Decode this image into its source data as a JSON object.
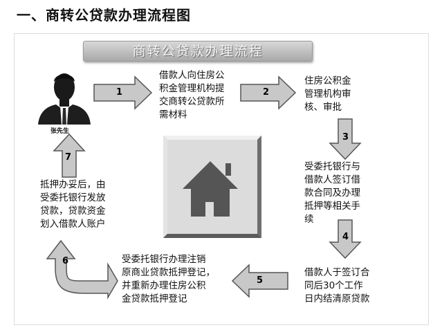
{
  "heading": "一、商转公贷款办理流程图",
  "banner": "商转公贷款办理流程",
  "person_caption": "张先生",
  "steps": {
    "s1": {
      "num": "1",
      "text": "借款人向住房公\n积金管理机构提\n交商转公贷款所\n需材料"
    },
    "s2": {
      "num": "2",
      "text": "住房公积金\n管理机构审\n核、审批"
    },
    "s3": {
      "num": "3",
      "text": "受委托银行与\n借款人签订借\n款合同及办理\n抵押等相关手\n续"
    },
    "s4": {
      "num": "4",
      "text": "借款人于签订合\n同后30个工作\n日内结清原贷款"
    },
    "s5": {
      "num": "5",
      "text": "受委托银行办理注销\n原商业贷款抵押登记，\n并重新办理住房公积\n金贷款抵押登记"
    },
    "s6": {
      "num": "6"
    },
    "s7": {
      "num": "7",
      "text": "抵押办妥后，由\n受委托银行发放\n贷款，贷款资金\n划入借款人账户"
    }
  },
  "icons": {
    "person": "person-silhouette-icon",
    "house": "house-icon"
  },
  "colors": {
    "arrow_fill": "#c8c8c8",
    "arrow_stroke": "#555555",
    "house_bg": "#dcdcdc",
    "house_color": "#555555"
  }
}
